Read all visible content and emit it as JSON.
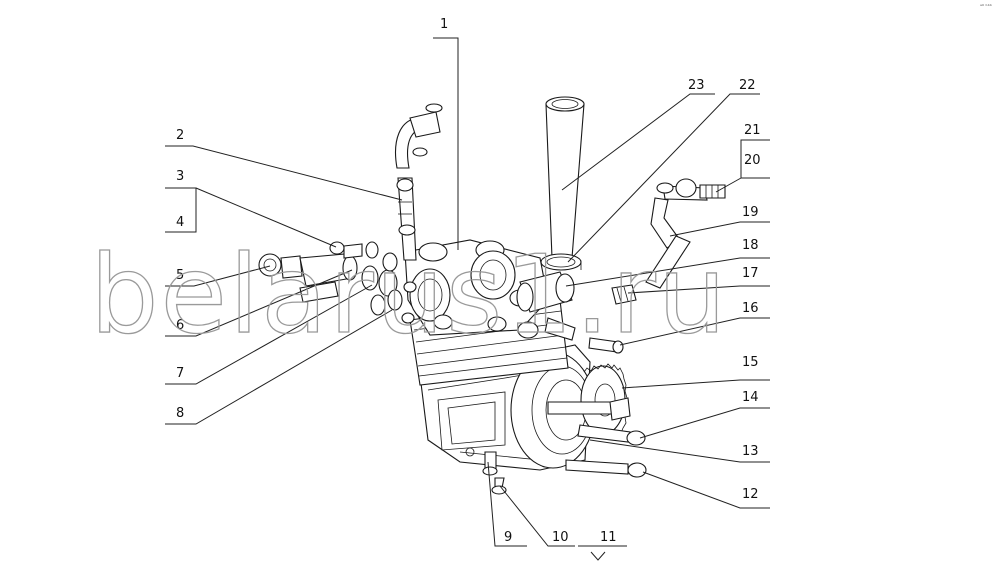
{
  "watermark": "belarus1.ru",
  "corner_mark": "ᵃ⁰ ᵇᵇᵇ",
  "callouts": {
    "c1": "1",
    "c2": "2",
    "c3": "3",
    "c4": "4",
    "c5": "5",
    "c6": "6",
    "c7": "7",
    "c8": "8",
    "c9": "9",
    "c10": "10",
    "c11": "11",
    "c12": "12",
    "c13": "13",
    "c14": "14",
    "c15": "15",
    "c16": "16",
    "c17": "17",
    "c18": "18",
    "c19": "19",
    "c20": "20",
    "c21": "21",
    "c22": "22",
    "c23": "23"
  }
}
